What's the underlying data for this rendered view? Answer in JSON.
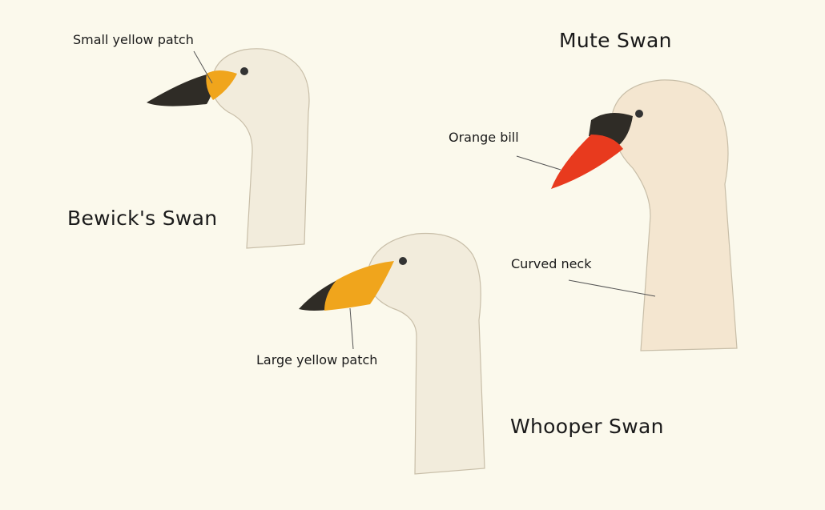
{
  "swans": [
    {
      "name": "Bewick's Swan"
    },
    {
      "name": "Whooper Swan"
    },
    {
      "name": "Mute Swan"
    }
  ],
  "labels": {
    "small_patch": "Small yellow patch",
    "large_patch": "Large yellow patch",
    "orange_bill": "Orange bill",
    "curved_neck": "Curved neck"
  },
  "colors": {
    "background": "#fbf9ec",
    "plumage": "#f2ecdc",
    "yellow_patch": "#f0a51c",
    "orange_bill": "#e83a1e",
    "black_bill": "#2f2c26"
  }
}
